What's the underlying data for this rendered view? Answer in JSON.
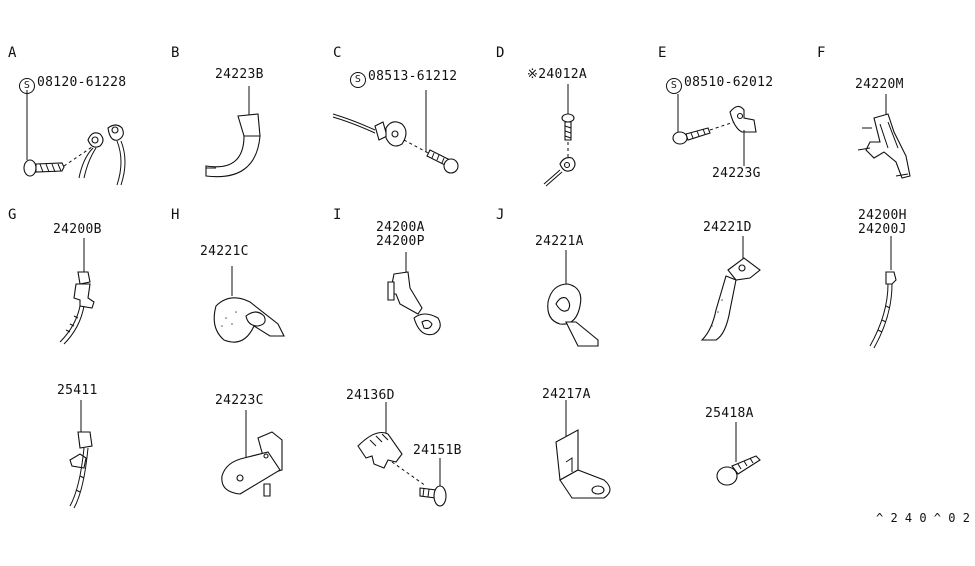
{
  "sections": [
    "A",
    "B",
    "C",
    "D",
    "E",
    "F",
    "G",
    "H",
    "I",
    "J"
  ],
  "parts": {
    "a_screw": "08120-61228",
    "b_clip": "24223B",
    "c_screw": "08513-61212",
    "d_bolt": "※24012A",
    "e_screw": "08510-62012",
    "e_bracket": "24223G",
    "f_clip": "24220M",
    "g_clip": "24200B",
    "h_clip": "24221C",
    "i_clip_1": "24200A",
    "i_clip_2": "24200P",
    "j_clip": "24221A",
    "clip_24221d": "24221D",
    "clip_24200h": "24200H",
    "clip_24200j": "24200J",
    "clip_25411": "25411",
    "bracket_24223c": "24223C",
    "clip_24136d": "24136D",
    "screw_24151b": "24151B",
    "bracket_24217a": "24217A",
    "screw_25418a": "25418A"
  },
  "standard_part_symbol": "S",
  "diagram_code": "^ 2 4 0 ^ 0 2 : -"
}
